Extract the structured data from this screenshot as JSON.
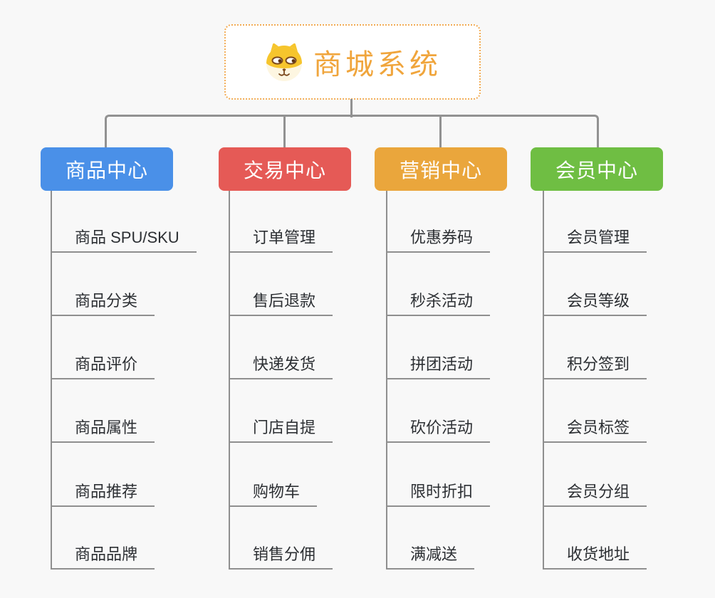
{
  "root": {
    "title": "商城系统",
    "title_color": "#f0a53c",
    "icon": "shiba-dog-icon"
  },
  "branches": [
    {
      "label": "商品中心",
      "color": "#4a90e8",
      "items": [
        "商品 SPU/SKU",
        "商品分类",
        "商品评价",
        "商品属性",
        "商品推荐",
        "商品品牌"
      ]
    },
    {
      "label": "交易中心",
      "color": "#e55a56",
      "items": [
        "订单管理",
        "售后退款",
        "快递发货",
        "门店自提",
        "购物车",
        "销售分佣"
      ]
    },
    {
      "label": "营销中心",
      "color": "#eaa63c",
      "items": [
        "优惠券码",
        "秒杀活动",
        "拼团活动",
        "砍价活动",
        "限时折扣",
        "满减送"
      ]
    },
    {
      "label": "会员中心",
      "color": "#6fbe43",
      "items": [
        "会员管理",
        "会员等级",
        "积分签到",
        "会员标签",
        "会员分组",
        "收货地址"
      ]
    }
  ],
  "colors": {
    "background": "#f8f8f8",
    "connector": "#929292",
    "leaf_underline": "#8f8f8f",
    "leaf_text": "#2c2f33",
    "root_border": "#f2ac55"
  }
}
